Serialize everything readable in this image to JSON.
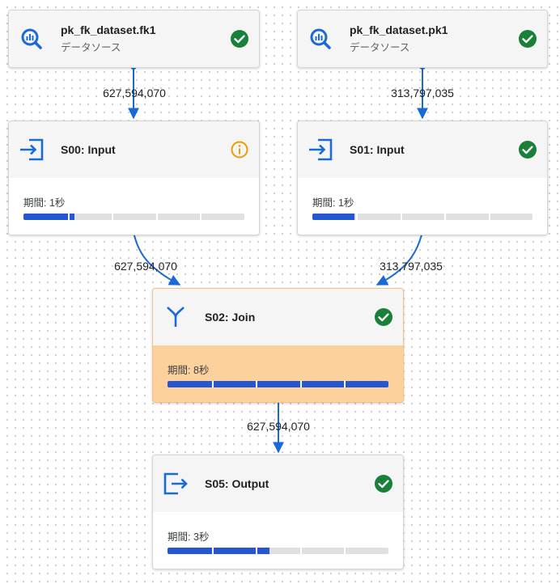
{
  "colors": {
    "edge": "#1a6ad6",
    "progress": "#2457d1",
    "success": "#188038",
    "warning": "#f29900",
    "highlight": "#fdd19b"
  },
  "nodes": {
    "fk1": {
      "title": "pk_fk_dataset.fk1",
      "subtitle": "データソース",
      "icon": "bigquery-icon",
      "status": "success-check-icon"
    },
    "pk1": {
      "title": "pk_fk_dataset.pk1",
      "subtitle": "データソース",
      "icon": "bigquery-icon",
      "status": "success-check-icon"
    },
    "s00": {
      "title": "S00: Input",
      "icon": "input-icon",
      "status": "info-warning-icon",
      "duration": "期間: 1秒",
      "progress": 0.23
    },
    "s01": {
      "title": "S01: Input",
      "icon": "input-icon",
      "status": "success-check-icon",
      "duration": "期間: 1秒",
      "progress": 0.19
    },
    "s02": {
      "title": "S02: Join",
      "icon": "join-merge-icon",
      "status": "success-check-icon",
      "duration": "期間: 8秒",
      "progress": 1.0
    },
    "s05": {
      "title": "S05: Output",
      "icon": "output-icon",
      "status": "success-check-icon",
      "duration": "期間: 3秒",
      "progress": 0.46
    }
  },
  "edges": {
    "fk1_to_s00": "627,594,070",
    "pk1_to_s01": "313,797,035",
    "s00_to_s02": "627,594,070",
    "s01_to_s02": "313,797,035",
    "s02_to_s05": "627,594,070"
  }
}
